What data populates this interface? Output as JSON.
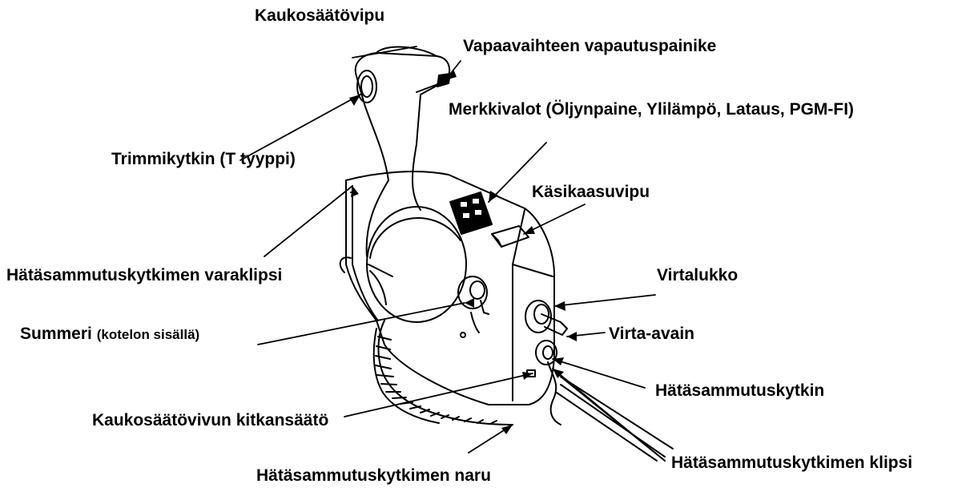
{
  "labels": {
    "remote_lever": "Kaukosäätövipu",
    "neutral_release": "Vapaavaihteen vapautuspainike",
    "indicator_lights": "Merkkivalot (Öljynpaine, Ylilämpö, Lataus, PGM-FI)",
    "trim_switch": "Trimmikytkin (T tyyppi)",
    "fast_idle_lever": "Käsikaasuvipu",
    "spare_clip": "Hätäsammutuskytkimen varaklipsi",
    "ignition_switch": "Virtalukko",
    "buzzer": "Summeri",
    "buzzer_note": "(kotelon sisällä)",
    "ignition_key": "Virta-avain",
    "emergency_stop_switch": "Hätäsammutuskytkin",
    "friction_adjuster": "Kaukosäätövivun kitkansäätö",
    "emergency_stop_clip": "Hätäsammutuskytkimen klipsi",
    "emergency_stop_lanyard": "Hätäsammutuskytkimen naru"
  },
  "colors": {
    "ink": "#000000",
    "background": "#ffffff"
  }
}
